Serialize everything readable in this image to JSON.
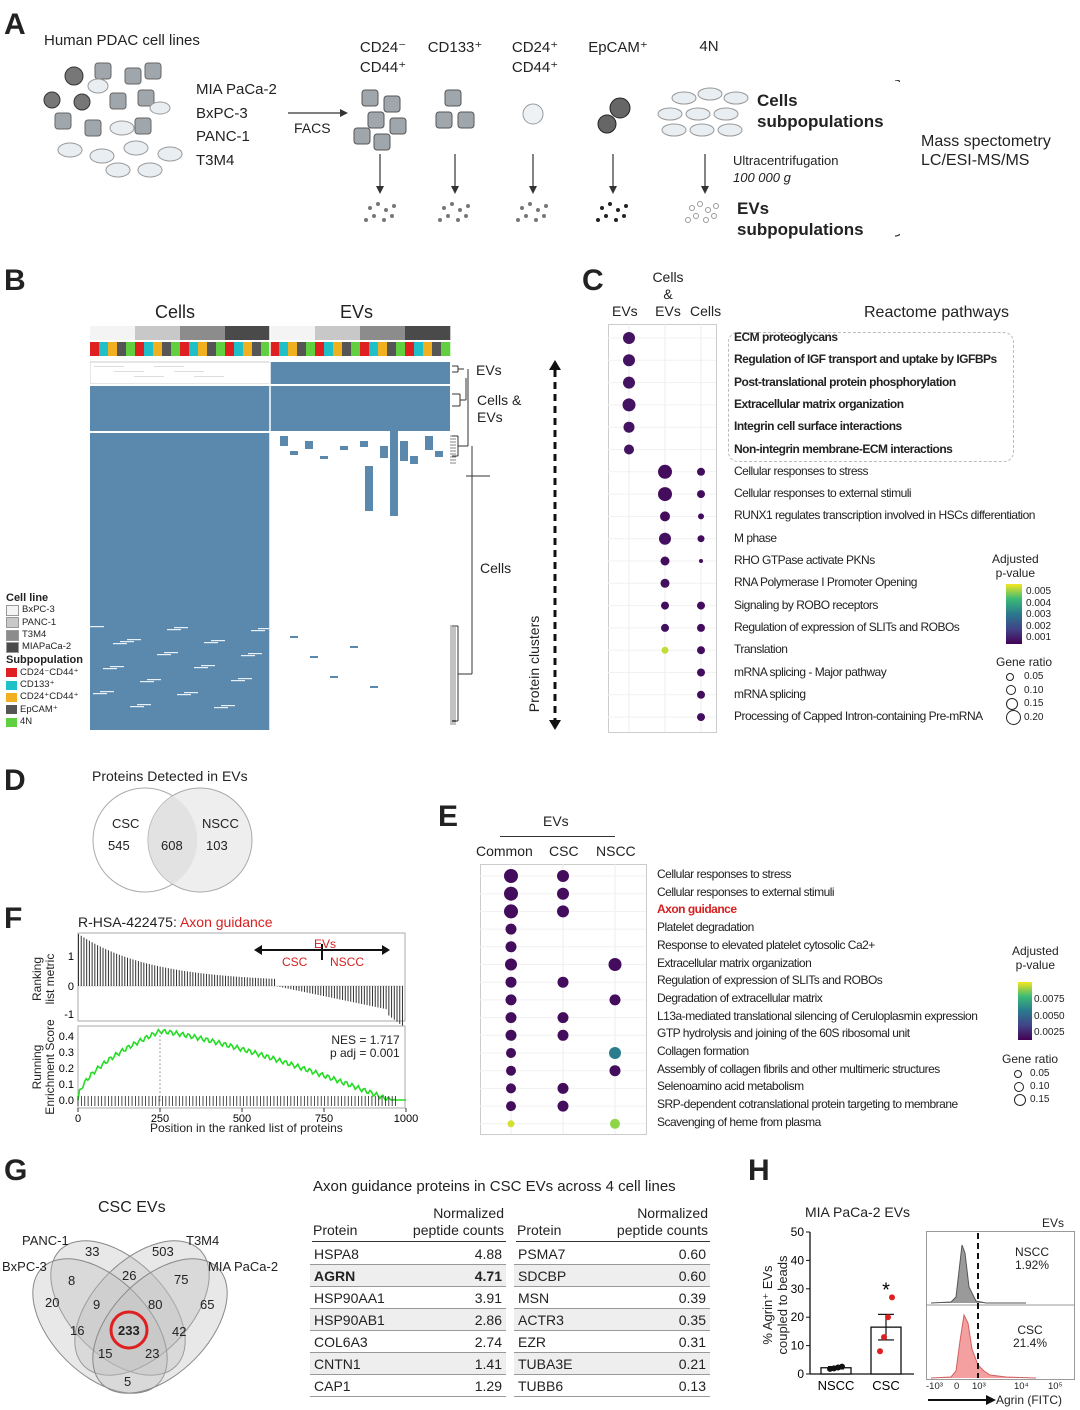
{
  "panelA": {
    "label": "A",
    "title": "Human PDAC cell lines",
    "cell_lines": [
      "MIA PaCa-2",
      "BxPC-3",
      "PANC-1",
      "T3M4"
    ],
    "facs": "FACS",
    "subpops": [
      {
        "l1": "CD24⁻",
        "l2": "CD44⁺"
      },
      {
        "l1": "CD133⁺",
        "l2": ""
      },
      {
        "l1": "CD24⁺",
        "l2": "CD44⁺"
      },
      {
        "l1": "EpCAM⁺",
        "l2": ""
      },
      {
        "l1": "4N",
        "l2": ""
      }
    ],
    "cells_sub_1": "Cells",
    "cells_sub_2": "subpopulations",
    "ultra_1": "Ultracentrifugation",
    "ultra_2": "100 000 g",
    "evs_sub_1": "EVs",
    "evs_sub_2": "subpopulations",
    "mass_1": "Mass spectometry",
    "mass_2": "LC/ESI-MS/MS"
  },
  "panelB": {
    "label": "B",
    "cells": "Cells",
    "evs": "EVs",
    "cluster_evs": "EVs",
    "cluster_cells_evs_1": "Cells &",
    "cluster_cells_evs_2": "EVs",
    "cluster_cells": "Cells",
    "legend_cellline_title": "Cell line",
    "legend_celllines": [
      {
        "name": "BxPC-3",
        "color": "#f4f4f4"
      },
      {
        "name": "PANC-1",
        "color": "#c8c8c8"
      },
      {
        "name": "T3M4",
        "color": "#8c8c8c"
      },
      {
        "name": "MIAPaCa-2",
        "color": "#4a4a4a"
      }
    ],
    "legend_subpop_title": "Subpopulation",
    "legend_subpops": [
      {
        "name": "CD24⁻CD44⁺",
        "color": "#e02020"
      },
      {
        "name": "CD133⁺",
        "color": "#20c0c8"
      },
      {
        "name": "CD24⁺CD44⁺",
        "color": "#f0b020"
      },
      {
        "name": "EpCAM⁺",
        "color": "#555555"
      },
      {
        "name": "4N",
        "color": "#60d040"
      }
    ],
    "protein_clusters": "Protein clusters",
    "heat_color": "#5b89ad"
  },
  "panelC": {
    "label": "C",
    "col_evs": "EVs",
    "col_both_1": "Cells",
    "col_both_2": "&",
    "col_both_3": "EVs",
    "col_cells": "Cells",
    "title": "Reactome pathways",
    "pathways": [
      {
        "name": "ECM proteoglycans",
        "bold": true,
        "dots": [
          [
            0,
            6,
            0.3
          ]
        ]
      },
      {
        "name": "Regulation of IGF transport and uptake by IGFBPs",
        "bold": true,
        "dots": [
          [
            0,
            6,
            0.3
          ]
        ]
      },
      {
        "name": "Post-translational protein phosphorylation",
        "bold": true,
        "dots": [
          [
            0,
            6,
            0.3
          ]
        ]
      },
      {
        "name": "Extracellular matrix organization",
        "bold": true,
        "dots": [
          [
            0,
            6.5,
            0.3
          ]
        ]
      },
      {
        "name": "Integrin cell surface interactions",
        "bold": true,
        "dots": [
          [
            0,
            5.5,
            0.3
          ]
        ]
      },
      {
        "name": "Non-integrin membrane-ECM interactions",
        "bold": true,
        "dots": [
          [
            0,
            5,
            0.3
          ]
        ]
      },
      {
        "name": "Cellular responses to stress",
        "bold": false,
        "dots": [
          [
            1,
            7,
            0.2
          ],
          [
            2,
            4,
            0.2
          ]
        ]
      },
      {
        "name": "Cellular responses to external stimuli",
        "bold": false,
        "dots": [
          [
            1,
            7,
            0.2
          ],
          [
            2,
            4,
            0.2
          ]
        ]
      },
      {
        "name": "RUNX1 regulates transcription involved in HSCs differentiation",
        "bold": false,
        "dots": [
          [
            1,
            5,
            0.2
          ],
          [
            2,
            3,
            0.2
          ]
        ]
      },
      {
        "name": "M phase",
        "bold": false,
        "dots": [
          [
            1,
            6,
            0.25
          ],
          [
            2,
            3.5,
            0.2
          ]
        ]
      },
      {
        "name": "RHO GTPase activate PKNs",
        "bold": false,
        "dots": [
          [
            1,
            4.5,
            0.2
          ],
          [
            2,
            2,
            0.2
          ]
        ]
      },
      {
        "name": "RNA Polymerase I Promoter Opening",
        "bold": false,
        "dots": [
          [
            1,
            4.5,
            0.25
          ]
        ]
      },
      {
        "name": "Signaling by ROBO receptors",
        "bold": false,
        "dots": [
          [
            1,
            4,
            0.2
          ],
          [
            2,
            4,
            0.2
          ]
        ]
      },
      {
        "name": "Regulation of expression of SLITs and ROBOs",
        "bold": false,
        "dots": [
          [
            1,
            4,
            0.25
          ],
          [
            2,
            4,
            0.2
          ]
        ]
      },
      {
        "name": "Translation",
        "bold": false,
        "dots": [
          [
            1,
            3.5,
            5.5
          ],
          [
            2,
            4,
            0.2
          ]
        ]
      },
      {
        "name": "mRNA splicing - Major pathway",
        "bold": false,
        "dots": [
          [
            2,
            4,
            0.2
          ]
        ]
      },
      {
        "name": "mRNA splicing",
        "bold": false,
        "dots": [
          [
            2,
            4,
            0.2
          ]
        ]
      },
      {
        "name": "Processing of Capped Intron-containing Pre-mRNA",
        "bold": false,
        "dots": [
          [
            2,
            4,
            0.2
          ]
        ]
      }
    ],
    "legend_title_1": "Adjusted",
    "legend_title_2": "p-value",
    "legend_ticks": [
      "0.005",
      "0.004",
      "0.003",
      "0.002",
      "0.001"
    ],
    "size_title": "Gene ratio",
    "size_ticks": [
      "0.05",
      "0.10",
      "0.15",
      "0.20"
    ]
  },
  "panelD": {
    "label": "D",
    "title": "Proteins Detected in EVs",
    "left": "CSC",
    "right": "NSCC",
    "left_only": "545",
    "both": "608",
    "right_only": "103"
  },
  "panelE": {
    "label": "E",
    "group": "EVs",
    "cols": [
      "Common",
      "CSC",
      "NSCC"
    ],
    "pathways": [
      {
        "name": "Cellular responses to stress",
        "red": false,
        "dots": [
          [
            0,
            7,
            0.3
          ],
          [
            1,
            6,
            0.3
          ]
        ]
      },
      {
        "name": "Cellular responses to external stimuli",
        "red": false,
        "dots": [
          [
            0,
            7,
            0.3
          ],
          [
            1,
            6,
            0.3
          ]
        ]
      },
      {
        "name": "Axon guidance",
        "red": true,
        "dots": [
          [
            0,
            7,
            0.3
          ],
          [
            1,
            6,
            0.3
          ]
        ]
      },
      {
        "name": "Platelet degradation",
        "red": false,
        "dots": [
          [
            0,
            5.5,
            0.3
          ]
        ]
      },
      {
        "name": "Response to elevated platelet cytosolic Ca2+",
        "red": false,
        "dots": [
          [
            0,
            5.5,
            0.3
          ]
        ]
      },
      {
        "name": "Extracellular matrix organization",
        "red": false,
        "dots": [
          [
            0,
            6,
            0.3
          ],
          [
            2,
            6.5,
            0.3
          ]
        ]
      },
      {
        "name": "Regulation of expression of SLITs and ROBOs",
        "red": false,
        "dots": [
          [
            0,
            5.5,
            0.3
          ],
          [
            1,
            5.5,
            0.3
          ]
        ]
      },
      {
        "name": "Degradation of extracellular matrix",
        "red": false,
        "dots": [
          [
            0,
            5.5,
            0.3
          ],
          [
            2,
            5.5,
            0.3
          ]
        ]
      },
      {
        "name": "L13a-mediated translational silencing of Ceruloplasmin expression",
        "red": false,
        "dots": [
          [
            0,
            5.5,
            0.3
          ],
          [
            1,
            5.5,
            0.3
          ]
        ]
      },
      {
        "name": "GTP hydrolysis and joining of the 60S ribosomal unit",
        "red": false,
        "dots": [
          [
            0,
            5.5,
            0.3
          ],
          [
            1,
            5.5,
            0.3
          ]
        ]
      },
      {
        "name": "Collagen formation",
        "red": false,
        "dots": [
          [
            0,
            5,
            0.3
          ],
          [
            2,
            6,
            3.8
          ]
        ]
      },
      {
        "name": "Assembly of collagen fibrils and other multimeric structures",
        "red": false,
        "dots": [
          [
            0,
            5,
            0.3
          ],
          [
            2,
            5.5,
            0.3
          ]
        ]
      },
      {
        "name": "Selenoamino acid metabolism",
        "red": false,
        "dots": [
          [
            0,
            5,
            0.3
          ],
          [
            1,
            5.5,
            0.3
          ]
        ]
      },
      {
        "name": "SRP-dependent cotranslational protein targeting to membrane",
        "red": false,
        "dots": [
          [
            0,
            5,
            0.3
          ],
          [
            1,
            5.5,
            0.3
          ]
        ]
      },
      {
        "name": "Scavenging of heme from plasma",
        "red": false,
        "dots": [
          [
            0,
            3.5,
            8.5
          ],
          [
            2,
            5,
            7.5
          ]
        ]
      }
    ],
    "legend_title_1": "Adjusted",
    "legend_title_2": "p-value",
    "legend_ticks": [
      "0.0075",
      "0.0050",
      "0.0025"
    ],
    "size_title": "Gene ratio",
    "size_ticks": [
      "0.05",
      "0.10",
      "0.15"
    ]
  },
  "panelF": {
    "label": "F",
    "title_id": "R-HSA-422475: ",
    "title_name": "Axon guidance",
    "evs": "EVs",
    "csc": "CSC",
    "nscc": "NSCC",
    "ylabel_top_1": "Ranking",
    "ylabel_top_2": "list metric",
    "ylabel_bot_1": "Running",
    "ylabel_bot_2": "Enrichment Score",
    "nes": "NES = 1.717",
    "padj": "p adj = 0.001",
    "xlabel": "Position in the ranked list of proteins",
    "xticks": [
      "0",
      "250",
      "500",
      "750",
      "1000"
    ],
    "yticks_top": [
      "1",
      "0",
      "-1"
    ],
    "yticks_bot": [
      "0.4",
      "0.3",
      "0.2",
      "0.1",
      "0.0"
    ]
  },
  "panelG": {
    "label": "G",
    "venn_title": "CSC EVs",
    "sets": [
      "PANC-1",
      "T3M4",
      "BxPC-3",
      "MIA PaCa-2"
    ],
    "counts": [
      "33",
      "503",
      "8",
      "26",
      "75",
      "20",
      "9",
      "80",
      "65",
      "16",
      "233",
      "42",
      "15",
      "23",
      "5"
    ],
    "table_title": "Axon guidance proteins in CSC EVs across 4 cell lines",
    "col_protein": "Protein",
    "col_norm_1": "Normalized",
    "col_norm_2": "peptide counts",
    "left_rows": [
      {
        "p": "HSPA8",
        "v": "4.88",
        "bold": false
      },
      {
        "p": "AGRN",
        "v": "4.71",
        "bold": true
      },
      {
        "p": "HSP90AA1",
        "v": "3.91",
        "bold": false
      },
      {
        "p": "HSP90AB1",
        "v": "2.86",
        "bold": false
      },
      {
        "p": "COL6A3",
        "v": "2.74",
        "bold": false
      },
      {
        "p": "CNTN1",
        "v": "1.41",
        "bold": false
      },
      {
        "p": "CAP1",
        "v": "1.29",
        "bold": false
      }
    ],
    "right_rows": [
      {
        "p": "PSMA7",
        "v": "0.60"
      },
      {
        "p": "SDCBP",
        "v": "0.60"
      },
      {
        "p": "MSN",
        "v": "0.39"
      },
      {
        "p": "ACTR3",
        "v": "0.35"
      },
      {
        "p": "EZR",
        "v": "0.31"
      },
      {
        "p": "TUBA3E",
        "v": "0.21"
      },
      {
        "p": "TUBB6",
        "v": "0.13"
      }
    ]
  },
  "panelH": {
    "label": "H",
    "title": "MIA PaCa-2 EVs",
    "ylabel_1": "% Agrin⁺ EVs",
    "ylabel_2": "coupled to beads",
    "yticks": [
      "50",
      "40",
      "30",
      "20",
      "10",
      "0"
    ],
    "star": "*",
    "hist_title": "EVs",
    "nscc_label": "NSCC",
    "nscc_pct": "1.92%",
    "csc_label": "CSC",
    "csc_pct": "21.4%",
    "hist_xticks": [
      "-10³",
      "0",
      "10³",
      "10⁴",
      "10⁵"
    ],
    "hist_xlabel": "Agrin (FITC)",
    "chart_data": {
      "type": "bar",
      "categories": [
        "NSCC",
        "CSC"
      ],
      "values": [
        2.2,
        16.5
      ],
      "errors": [
        0.4,
        4.5
      ],
      "points": [
        [
          1.8,
          2.0,
          2.3,
          2.6
        ],
        [
          8,
          13,
          20,
          27
        ]
      ],
      "ylim": [
        0,
        50
      ],
      "title": "MIA PaCa-2 EVs",
      "ylabel": "% Agrin⁺ EVs coupled to beads"
    }
  }
}
